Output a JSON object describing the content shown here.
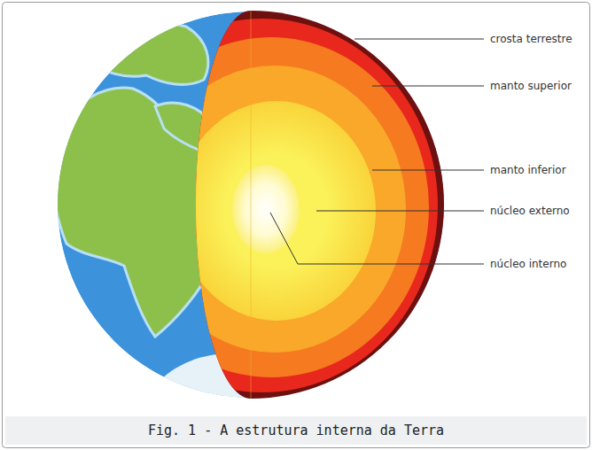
{
  "diagram": {
    "caption": "Fig. 1 - A estrutura interna da Terra",
    "labels": [
      "crosta terrestre",
      "manto superior",
      "manto inferior",
      "núcleo externo",
      "núcleo interno"
    ]
  }
}
